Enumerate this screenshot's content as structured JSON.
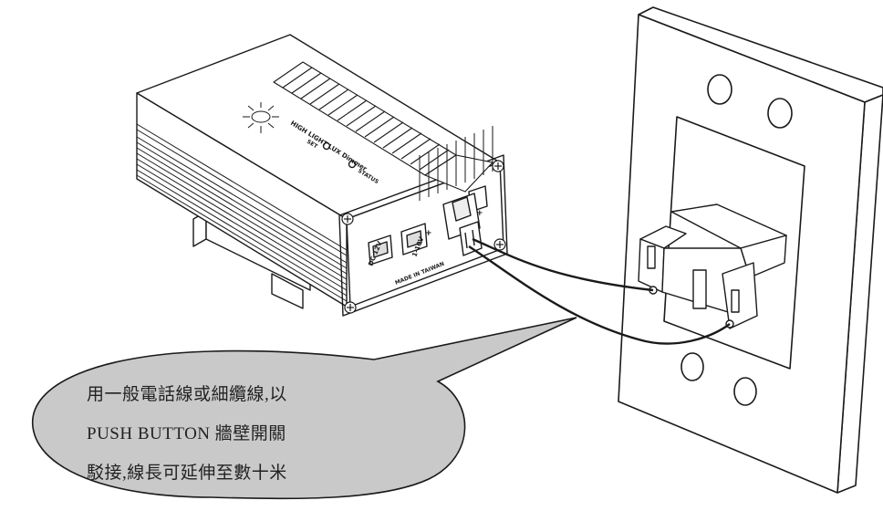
{
  "callout": {
    "line1": "用一般電話線或細纜線,以",
    "line2": "PUSH BUTTON 牆壁開關",
    "line3": "駁接,線長可延伸至數十米"
  },
  "device": {
    "brand_label": "HIGH LIGHT LUX Dimmer",
    "status_label": "STATUS",
    "set_label": "SET",
    "dc_label": "DC 12V",
    "dim_label": "1-10V",
    "made_label": "MADE IN TAIWAN",
    "plus_label": "+",
    "minus_label": "-"
  },
  "colors": {
    "callout_fill": "#c9c9c9",
    "outline": "#1a1a1a"
  }
}
